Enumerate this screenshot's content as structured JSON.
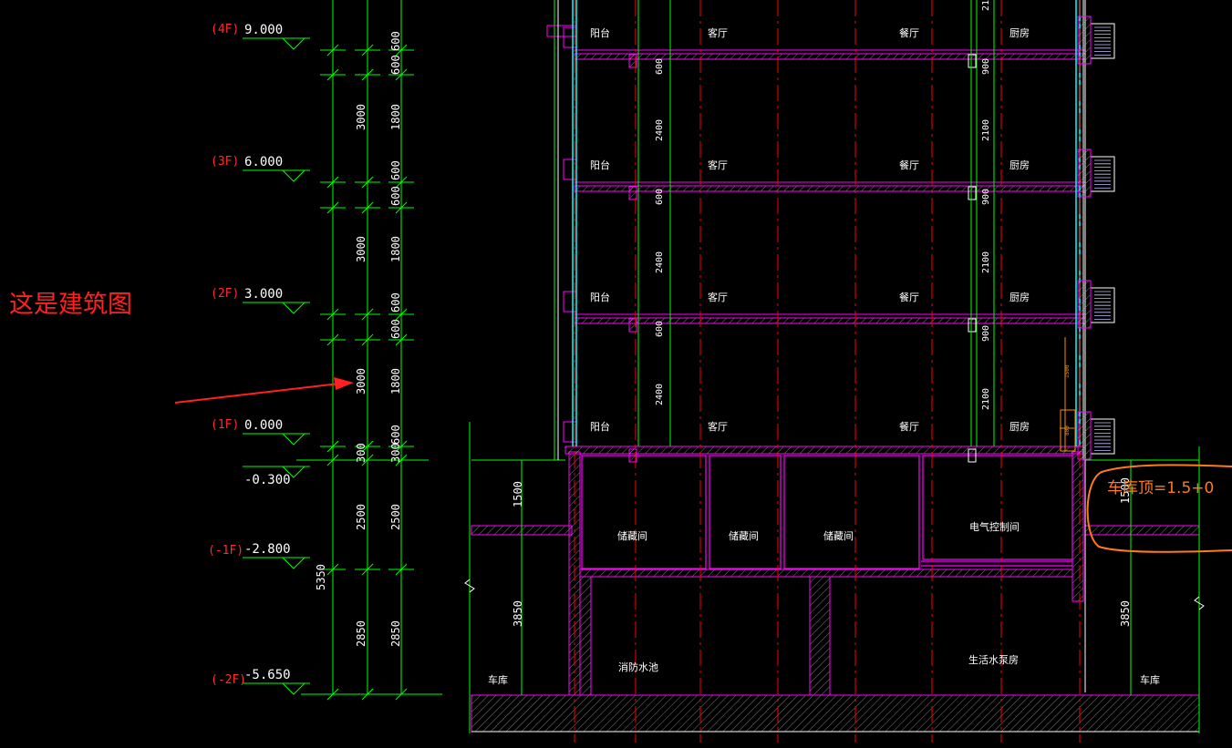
{
  "annotation": {
    "text": "这是建筑图",
    "color": "#ff2020"
  },
  "garage_note": {
    "text": "车库顶=1.5+0"
  },
  "levels": [
    {
      "floor": "(4F)",
      "elevation": "9.000"
    },
    {
      "floor": "(3F)",
      "elevation": "6.000"
    },
    {
      "floor": "(2F)",
      "elevation": "3.000"
    },
    {
      "floor": "(1F)",
      "elevation": "0.000"
    },
    {
      "floor": "",
      "elevation": "-0.300"
    },
    {
      "floor": "(-1F)",
      "elevation": "-2.800"
    },
    {
      "floor": "(-2F)",
      "elevation": "-5.650"
    }
  ],
  "dims_outer": [
    "3000",
    "3000",
    "3000",
    "300",
    "2500",
    "2850"
  ],
  "dims_total": "5350",
  "dims_inner": [
    "600",
    "600",
    "1800",
    "600",
    "600",
    "1800",
    "600",
    "600",
    "1800",
    "600",
    "300",
    "2500",
    "2850"
  ],
  "rooms": {
    "balcony": "阳台",
    "living": "客厅",
    "dining": "餐厅",
    "kitchen": "厨房",
    "storage": "储藏间",
    "electrical": "电气控制间",
    "fire_pool": "消防水池",
    "water_pump": "生活水泵房",
    "garage": "车库"
  },
  "section_dims": {
    "window_top": "600",
    "window": "2400",
    "window_alt": "2100",
    "kitchen_top": "900",
    "kitchen_win": "2100",
    "garage_top": "1500",
    "garage_height": "3850",
    "small_a": "1500",
    "small_b": "800"
  },
  "colors": {
    "background": "#000000",
    "wall": "#ff00ff",
    "dimension": "#00ff00",
    "glass": "#00ffff",
    "axis": "#ff0000",
    "text": "#ffffff",
    "highlight": "#ff7a1a"
  }
}
